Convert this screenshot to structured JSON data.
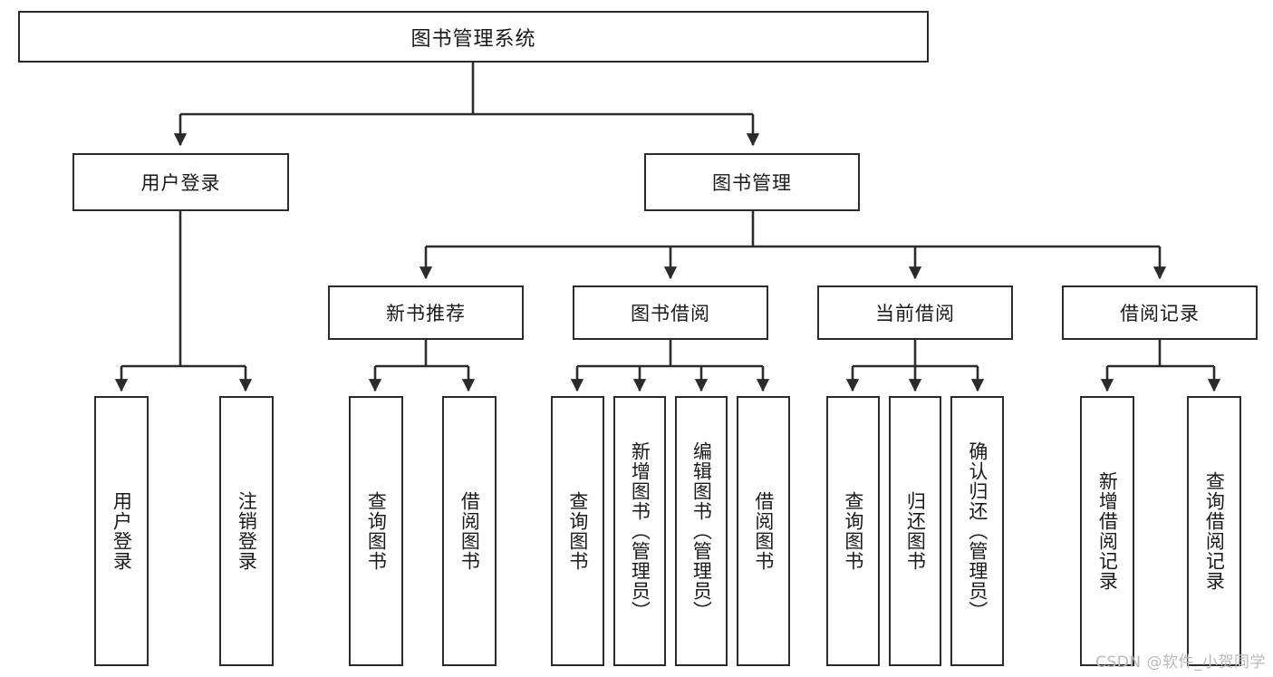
{
  "diagram": {
    "type": "tree-hierarchy",
    "root": {
      "id": "root",
      "label": "图书管理系统"
    },
    "level1": [
      {
        "id": "user-login",
        "label": "用户登录"
      },
      {
        "id": "book-manage",
        "label": "图书管理"
      }
    ],
    "level2": [
      {
        "id": "new-book-recommend",
        "label": "新书推荐",
        "parent": "book-manage"
      },
      {
        "id": "book-borrow",
        "label": "图书借阅",
        "parent": "book-manage"
      },
      {
        "id": "current-borrow",
        "label": "当前借阅",
        "parent": "book-manage"
      },
      {
        "id": "borrow-record",
        "label": "借阅记录",
        "parent": "book-manage"
      }
    ],
    "leaves": [
      {
        "id": "leaf-user-login",
        "label": "用户登录",
        "parent": "user-login"
      },
      {
        "id": "leaf-user-logout",
        "label": "注销登录",
        "parent": "user-login"
      },
      {
        "id": "leaf-query-book-1",
        "label": "查询图书",
        "parent": "new-book-recommend"
      },
      {
        "id": "leaf-borrow-book-1",
        "label": "借阅图书",
        "parent": "new-book-recommend"
      },
      {
        "id": "leaf-query-book-2",
        "label": "查询图书",
        "parent": "book-borrow"
      },
      {
        "id": "leaf-add-book",
        "label": "新增图书（管理员）",
        "parent": "book-borrow"
      },
      {
        "id": "leaf-edit-book",
        "label": "编辑图书（管理员）",
        "parent": "book-borrow"
      },
      {
        "id": "leaf-borrow-book-2",
        "label": "借阅图书",
        "parent": "book-borrow"
      },
      {
        "id": "leaf-query-book-3",
        "label": "查询图书",
        "parent": "current-borrow"
      },
      {
        "id": "leaf-return-book",
        "label": "归还图书",
        "parent": "current-borrow"
      },
      {
        "id": "leaf-confirm-return",
        "label": "确认归还（管理员）",
        "parent": "current-borrow"
      },
      {
        "id": "leaf-add-record",
        "label": "新增借阅记录",
        "parent": "borrow-record"
      },
      {
        "id": "leaf-query-record",
        "label": "查询借阅记录",
        "parent": "borrow-record"
      }
    ],
    "watermark": "CSDN @软件_小贺同学",
    "colors": {
      "stroke": "#2b2b2b",
      "fill": "#ffffff",
      "text": "#1a1a1a",
      "watermark": "#b9b9b9"
    }
  }
}
